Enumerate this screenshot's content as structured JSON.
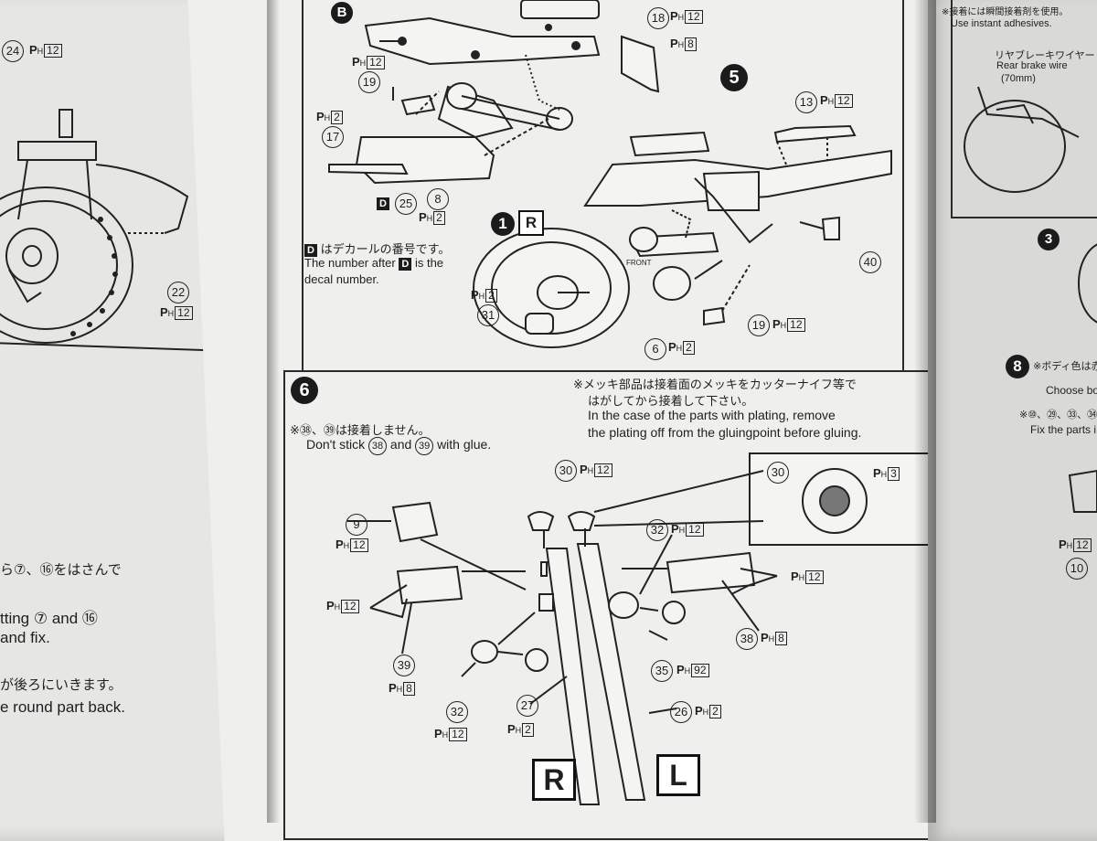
{
  "left_page": {
    "part_24": {
      "num": "24",
      "ph": "12"
    },
    "part_22": {
      "num": "22",
      "ph": "12"
    },
    "text_jp_1": "ら⑦、⑯をはさんで",
    "text_en_1": "tting ⑦ and ⑯",
    "text_en_2": "and fix.",
    "text_jp_2": "が後ろにいきます。",
    "text_en_3": "e round part back."
  },
  "center_page": {
    "step_b": "B",
    "decal_note_jp": "はデカールの番号です。",
    "decal_note_en_1": "The number after",
    "decal_note_en_2": "is the",
    "decal_note_en_3": "decal number.",
    "decal_letter": "D",
    "parts_b": {
      "p18": {
        "num": "18",
        "ph": "12"
      },
      "p_ph8": {
        "ph": "8"
      },
      "p19": {
        "num": "19",
        "ph": "12"
      },
      "p17": {
        "num": "17",
        "ph": "2"
      },
      "p25": {
        "num": "25",
        "letter": "D"
      },
      "p8": {
        "num": "8",
        "ph": "2"
      }
    },
    "step5": "5",
    "parts_5": {
      "p13": {
        "num": "13",
        "ph": "12"
      },
      "p40": {
        "num": "40"
      },
      "p31": {
        "num": "31",
        "ph": "2"
      },
      "p6": {
        "num": "6",
        "ph": "2"
      },
      "p19": {
        "num": "19",
        "ph": "12"
      }
    },
    "step1": "1",
    "step1_side": "R",
    "step6": "6",
    "plating_note_jp_1": "※メッキ部品は接着面のメッキをカッターナイフ等で",
    "plating_note_jp_2": "はがしてから接着して下さい。",
    "plating_note_en_1": "In the case of the parts with plating, remove",
    "plating_note_en_2": "the plating off from the gluingpoint before gluing.",
    "glue_note_jp": "※㊳、㊴は接着しません。",
    "glue_note_en_1": "Don't stick",
    "glue_note_en_2": "and",
    "glue_note_en_3": "with glue.",
    "glue_note_nums": [
      "38",
      "39"
    ],
    "parts_6": {
      "p30": {
        "num": "30",
        "ph": "12"
      },
      "p30_detail": {
        "num": "30",
        "ph": "3"
      },
      "p9": {
        "num": "9",
        "ph": "12"
      },
      "p32_top": {
        "num": "32",
        "ph": "12"
      },
      "ph12_left": {
        "ph": "12"
      },
      "ph12_right": {
        "ph": "12"
      },
      "p39": {
        "num": "39",
        "ph": "8"
      },
      "p38": {
        "num": "38",
        "ph": "8"
      },
      "p35": {
        "num": "35",
        "ph": "92"
      },
      "p32_bottom": {
        "num": "32",
        "ph": "12"
      },
      "p27": {
        "num": "27",
        "ph": "2"
      },
      "p26": {
        "num": "26",
        "ph": "2"
      }
    },
    "bottom_label_r": "R",
    "bottom_label_l": "L"
  },
  "right_page": {
    "note_jp_1": "※接着には瞬間接着剤を使用。",
    "note_en_1": "Use instant adhesives.",
    "note_jp_2": "リヤブレーキワイヤー",
    "note_en_2": "Rear brake wire",
    "note_en_3": "(70mm)",
    "step3": "3",
    "step8": "8",
    "step8_jp": "※ボディ色は赤",
    "step8_en": "Choose bo",
    "note_jp_3": "※⑩、㉙、㉝、㉞ c",
    "note_en_4": "Fix the parts i",
    "ph12": "12",
    "p10": "10"
  },
  "ph_label": "P",
  "ph_sub": "H"
}
